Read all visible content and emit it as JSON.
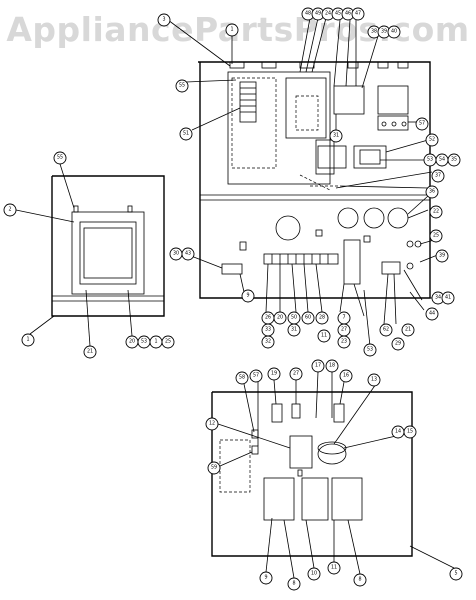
{
  "watermark": "AppliancePartsPros.com",
  "callouts": {
    "top_box": [
      "3",
      "1",
      "48",
      "49",
      "24",
      "45",
      "46",
      "47",
      "38",
      "39",
      "40",
      "55",
      "51",
      "31",
      "57",
      "52",
      "53",
      "54",
      "35",
      "37",
      "36",
      "22",
      "25",
      "39",
      "34",
      "41",
      "44",
      "30",
      "43",
      "9",
      "26",
      "33",
      "32",
      "20",
      "50",
      "60",
      "28",
      "11",
      "31",
      "7",
      "27",
      "23",
      "62",
      "53",
      "29",
      "21"
    ],
    "left_box": [
      "55",
      "2",
      "1",
      "21",
      "20",
      "53",
      "1",
      "25"
    ],
    "bottom_box": [
      "58",
      "57",
      "19",
      "27",
      "17",
      "18",
      "16",
      "13",
      "12",
      "14",
      "15",
      "59",
      "9",
      "8",
      "10",
      "11",
      "8",
      "5"
    ]
  }
}
